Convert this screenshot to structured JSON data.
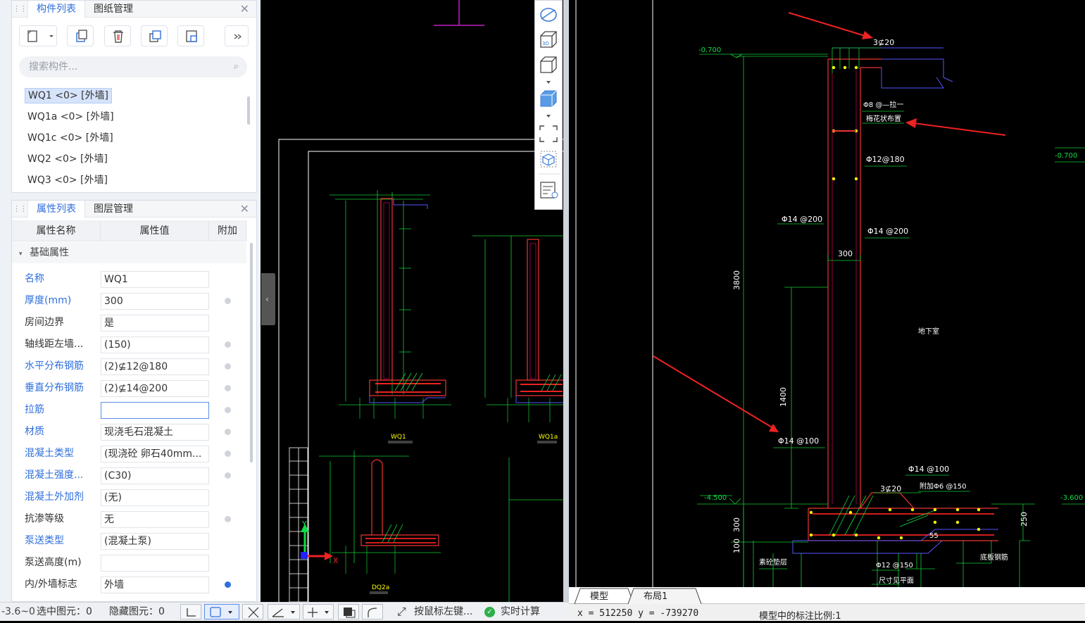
{
  "component_panel": {
    "tabs": [
      "构件列表",
      "图纸管理"
    ],
    "search_placeholder": "搜索构件...",
    "items": [
      "WQ1 <0> [外墙]",
      "WQ1a <0> [外墙]",
      "WQ1c <0> [外墙]",
      "WQ2 <0> [外墙]",
      "WQ3 <0> [外墙]"
    ],
    "selected_index": 0
  },
  "property_panel": {
    "tabs": [
      "属性列表",
      "图层管理"
    ],
    "columns": [
      "属性名称",
      "属性值",
      "附加"
    ],
    "group": "基础属性",
    "rows": [
      {
        "name": "名称",
        "value": "WQ1",
        "blue": true,
        "dot": ""
      },
      {
        "name": "厚度(mm)",
        "value": "300",
        "blue": true,
        "dot": "gray"
      },
      {
        "name": "房间边界",
        "value": "是",
        "blue": false,
        "dot": ""
      },
      {
        "name": "轴线距左墙...",
        "value": "(150)",
        "blue": false,
        "dot": "gray"
      },
      {
        "name": "水平分布钢筋",
        "value": "(2)⊈12@180",
        "blue": true,
        "dot": "gray"
      },
      {
        "name": "垂直分布钢筋",
        "value": "(2)⊈14@200",
        "blue": true,
        "dot": "gray"
      },
      {
        "name": "拉筋",
        "value": "",
        "blue": true,
        "dot": "gray"
      },
      {
        "name": "材质",
        "value": "现浇毛石混凝土",
        "blue": true,
        "dot": "gray"
      },
      {
        "name": "混凝土类型",
        "value": "(现浇砼 卵石40mm...",
        "blue": true,
        "dot": "gray"
      },
      {
        "name": "混凝土强度...",
        "value": "(C30)",
        "blue": true,
        "dot": "gray"
      },
      {
        "name": "混凝土外加剂",
        "value": "(无)",
        "blue": true,
        "dot": ""
      },
      {
        "name": "抗渗等级",
        "value": "无",
        "blue": false,
        "dot": "gray"
      },
      {
        "name": "泵送类型",
        "value": "(混凝土泵)",
        "blue": true,
        "dot": ""
      },
      {
        "name": "泵送高度(m)",
        "value": "",
        "blue": false,
        "dot": ""
      },
      {
        "name": "内/外墙标志",
        "value": "外墙",
        "blue": false,
        "dot": "blue"
      }
    ]
  },
  "status_bar": {
    "level": "-3.6~0",
    "selected": "选中图元：0",
    "hidden": "隐藏图元：0",
    "hint": "按鼠标左键...",
    "realtime": "实时计算"
  },
  "drawing_labels": {
    "wq1": "WQ1",
    "wq1a": "WQ1a",
    "dq2a": "DQ2a",
    "axis_x": "X",
    "axis_y": "Y"
  },
  "detail": {
    "top_bars": "3⊈20",
    "note1": "Φ8 @—拉一",
    "note2": "梅花状布置",
    "h_bars": "Φ12@180",
    "v_left": "Φ14 @200",
    "v_right": "Φ14 @200",
    "thickness": "300",
    "height": "3800",
    "h1400": "1400",
    "room": "地下室",
    "lower_bars": "Φ14 @100",
    "el_top_left": "-0.700",
    "el_top_right": "-0.700",
    "el_bot_left": "-4.500",
    "el_bot_right": "-3.600",
    "foot_top": "Φ14 @100",
    "foot_bars": "3⊈20",
    "foot_tie": "附加Φ6 @150",
    "d300": "300",
    "d100": "100",
    "d250": "250",
    "cushion": "素砼垫层",
    "foot_bot": "Φ12 @150",
    "raft": "底板钢筋",
    "size_note": "尺寸见平面",
    "d55": "55"
  },
  "cad_tabs": [
    "模型",
    "布局1"
  ],
  "cad_status": {
    "coords": "x = 512250  y = -739270",
    "scale": "模型中的标注比例:1"
  }
}
